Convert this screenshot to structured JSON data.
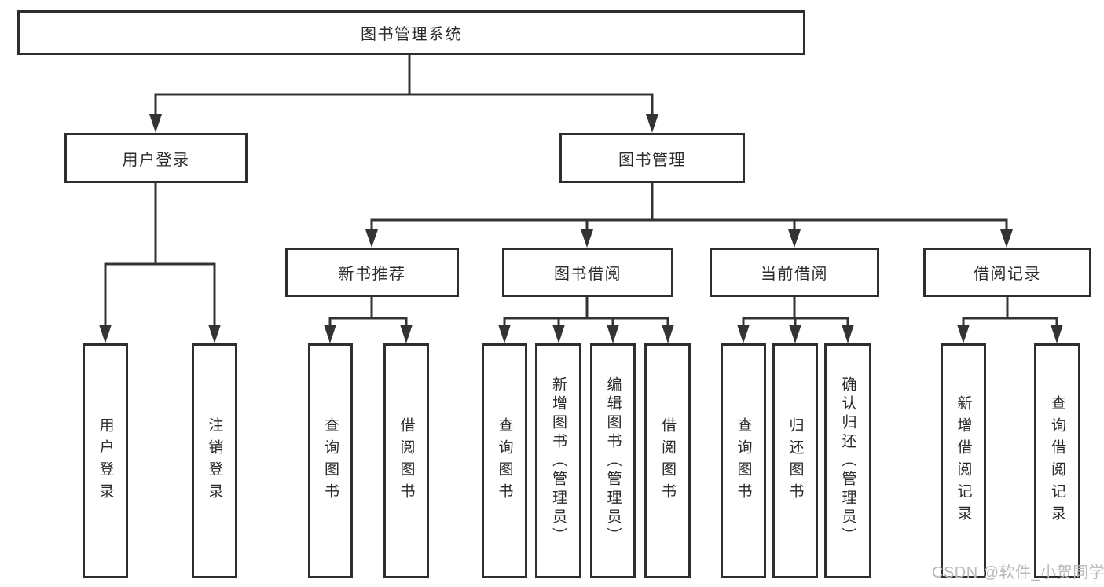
{
  "tree": {
    "root": "图书管理系统",
    "branches": [
      {
        "label": "用户登录",
        "leaves": [
          "用户登录",
          "注销登录"
        ]
      },
      {
        "label": "图书管理",
        "groups": [
          {
            "label": "新书推荐",
            "leaves": [
              "查询图书",
              "借阅图书"
            ]
          },
          {
            "label": "图书借阅",
            "leaves": [
              "查询图书",
              "新增图书（管理员）",
              "编辑图书（管理员）",
              "借阅图书"
            ]
          },
          {
            "label": "当前借阅",
            "leaves": [
              "查询图书",
              "归还图书",
              "确认归还（管理员）"
            ]
          },
          {
            "label": "借阅记录",
            "leaves": [
              "新增借阅记录",
              "查询借阅记录"
            ]
          }
        ]
      }
    ]
  },
  "watermark": {
    "text": "CSDN @软件_小贺同学"
  },
  "colors": {
    "line": "#333333",
    "box_border": "#2e2e2e",
    "text": "#2b2b2b",
    "watermark": "#b9b9b9",
    "background": "#ffffff"
  }
}
